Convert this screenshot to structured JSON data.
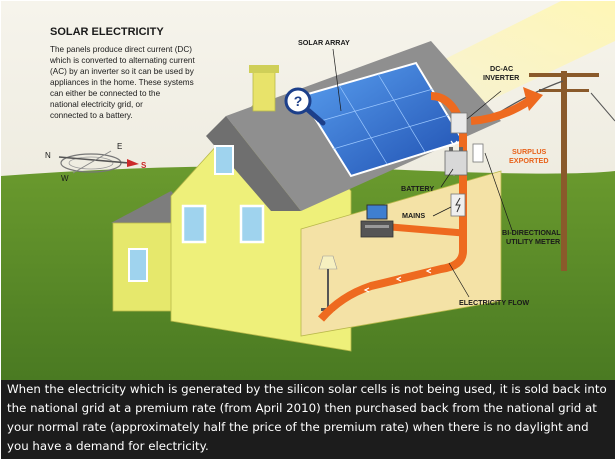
{
  "diagram": {
    "title": "SOLAR ELECTRICITY",
    "description_lines": [
      "The panels produce direct current (DC)",
      "which is converted to alternating current",
      "(AC) by an inverter so it can be used by",
      "appliances in the home. These systems",
      "can either be connected to the",
      "national electricity grid, or",
      "connected to a battery."
    ],
    "labels": {
      "solar_array": "SOLAR ARRAY",
      "inverter_line1": "DC-AC",
      "inverter_line2": "INVERTER",
      "surplus_line1": "SURPLUS",
      "surplus_line2": "EXPORTED",
      "battery": "BATTERY",
      "mains": "MAINS",
      "meter_line1": "BI-DIRECTIONAL",
      "meter_line2": "UTILITY METER",
      "electricity_flow": "ELECTRICITY FLOW"
    },
    "compass": {
      "n": "N",
      "e": "E",
      "s": "S",
      "w": "W"
    },
    "colors": {
      "sky": "#f0ede0",
      "grass": "#5c8a2a",
      "flow": "#ee6a1f",
      "house": "#eef07a",
      "roof": "#8f8f8f",
      "panel": "#2c6bd0"
    }
  },
  "caption": {
    "text": "When the electricity which is generated by the silicon solar cells is not being used, it is sold back into the national grid at a premium rate (from April 2010) then purchased back from the national grid at your normal rate (approximately half the price of the premium rate) when there is no daylight and you have a demand for electricity."
  }
}
